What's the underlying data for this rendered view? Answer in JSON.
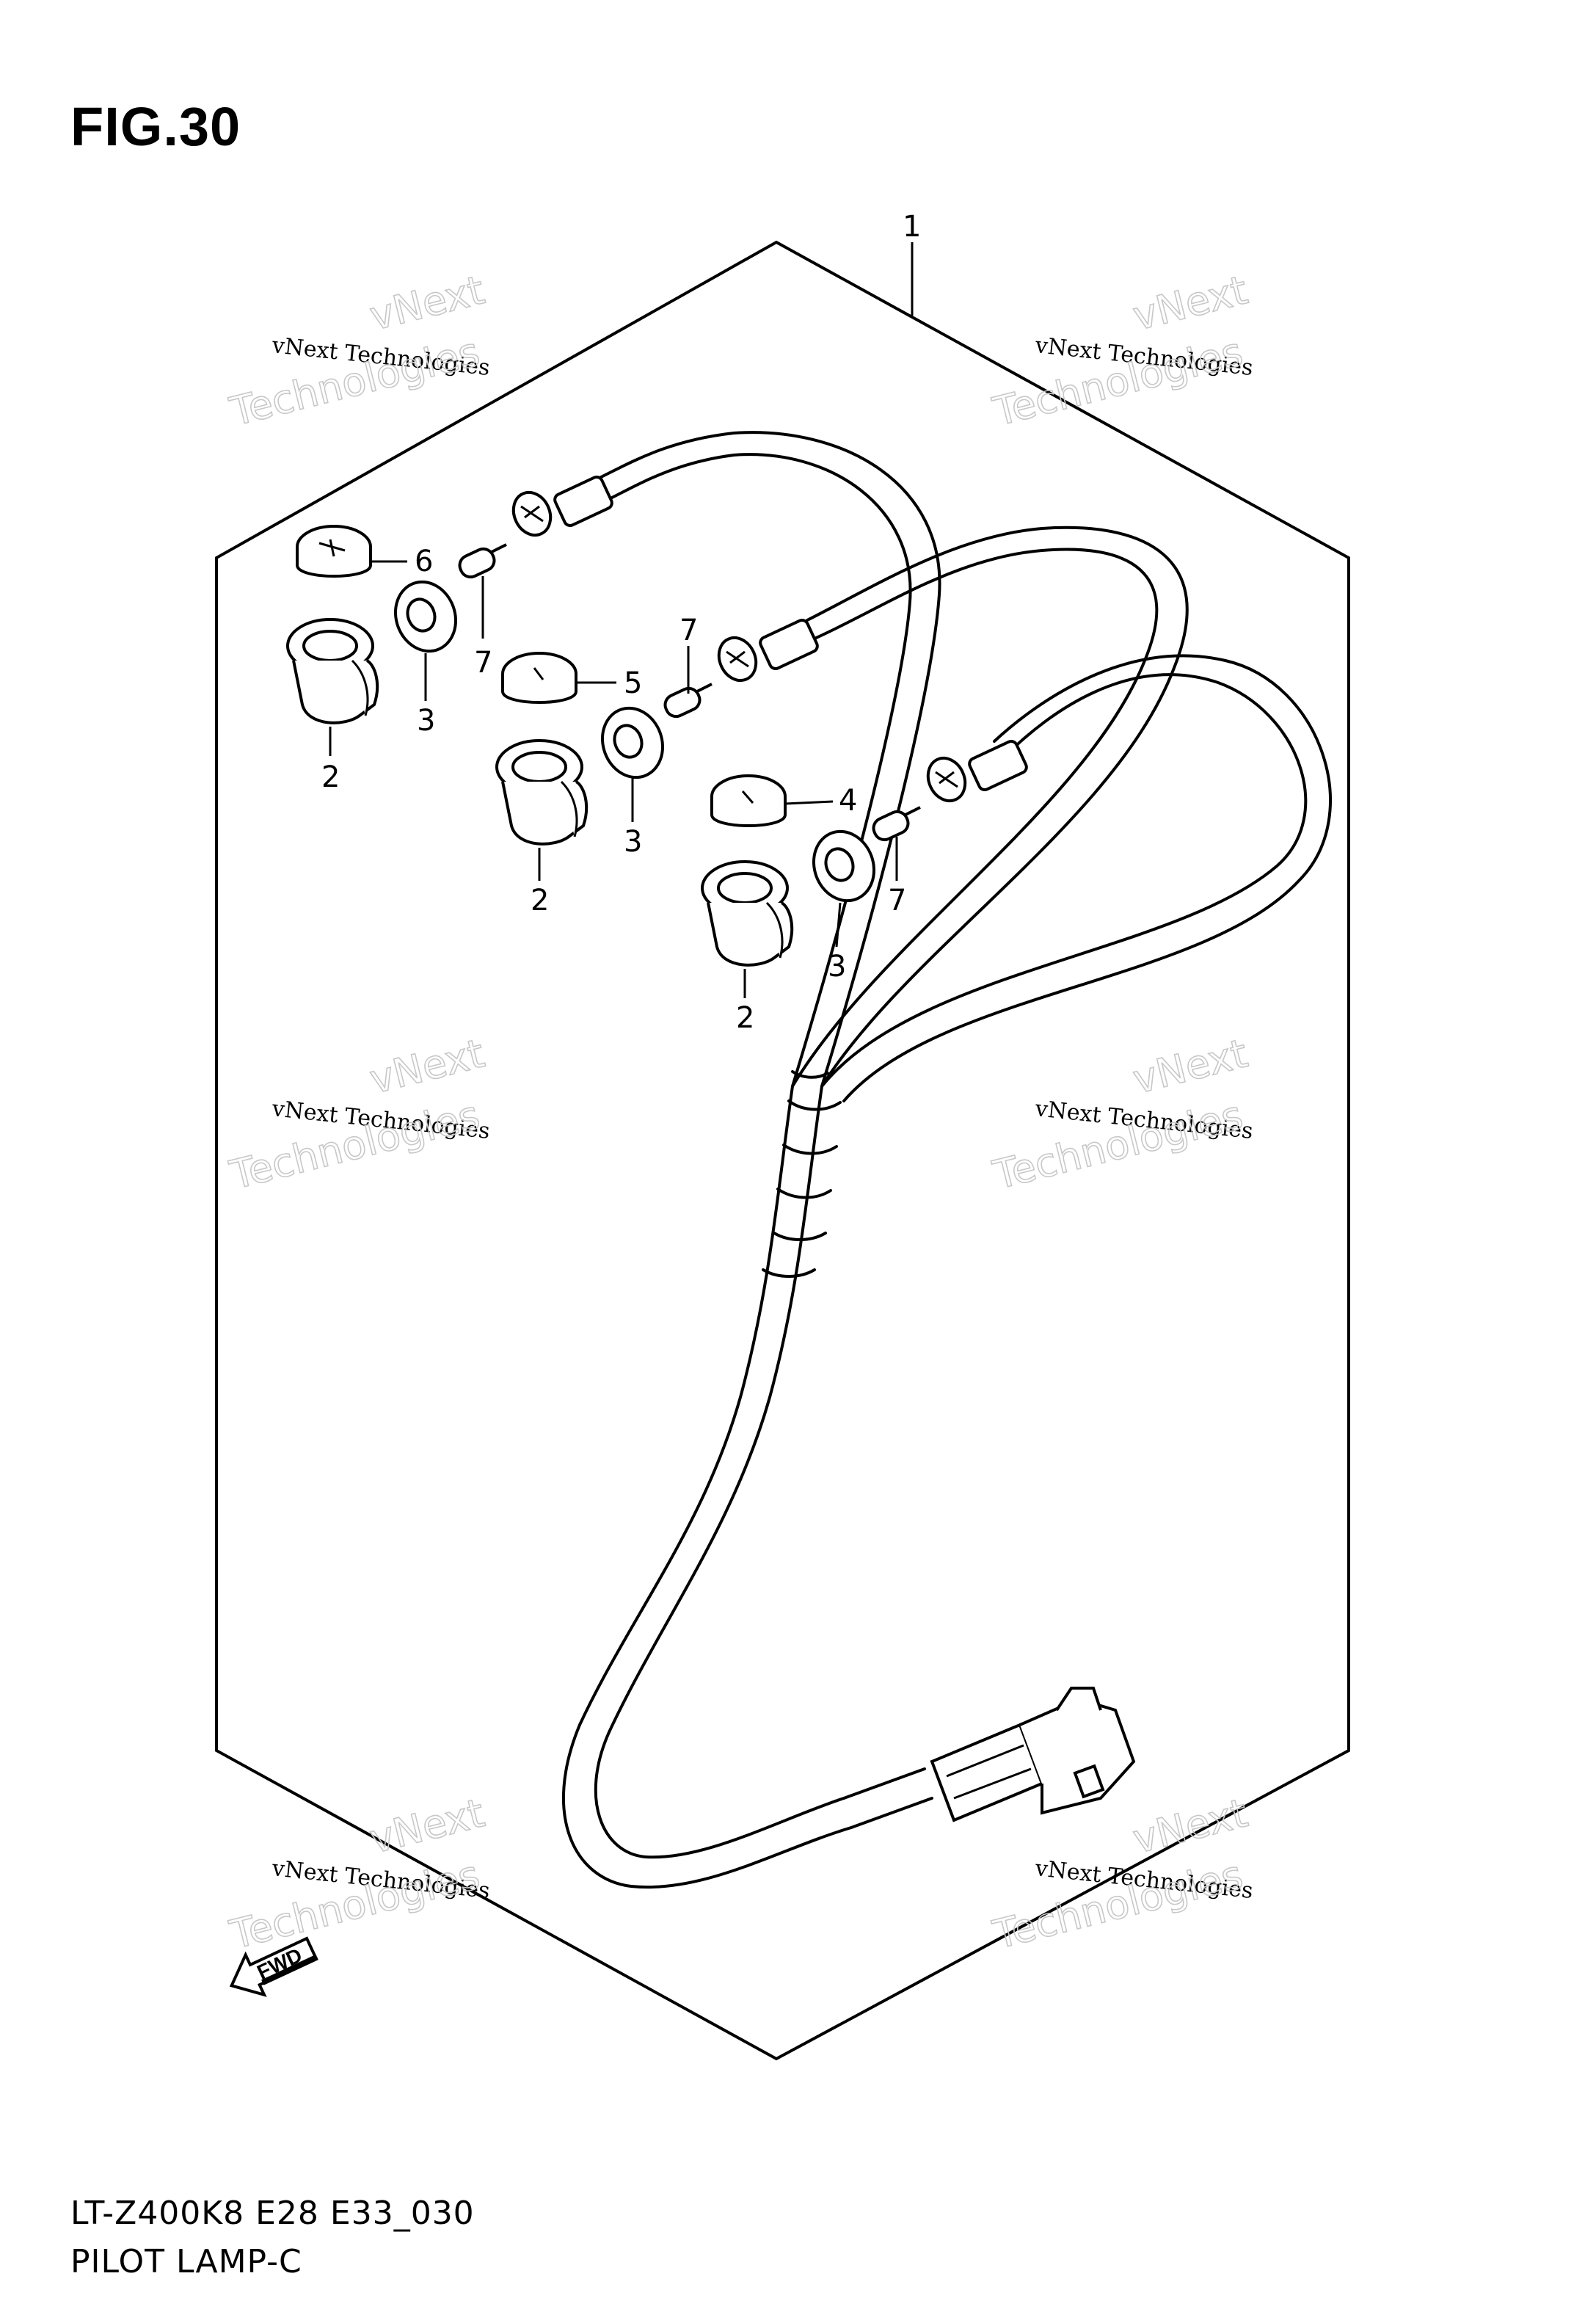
{
  "figure": {
    "title": "FIG.30",
    "model_code": "LT-Z400K8 E28 E33_030",
    "caption": "PILOT LAMP-C"
  },
  "callouts": [
    {
      "id": "c1",
      "label": "1"
    },
    {
      "id": "c6",
      "label": "6"
    },
    {
      "id": "c7a",
      "label": "7"
    },
    {
      "id": "c3a",
      "label": "3"
    },
    {
      "id": "c2a",
      "label": "2"
    },
    {
      "id": "c5",
      "label": "5"
    },
    {
      "id": "c7b",
      "label": "7"
    },
    {
      "id": "c3b",
      "label": "3"
    },
    {
      "id": "c2b",
      "label": "2"
    },
    {
      "id": "c4",
      "label": "4"
    },
    {
      "id": "c7c",
      "label": "7"
    },
    {
      "id": "c3c",
      "label": "3"
    },
    {
      "id": "c2c",
      "label": "2"
    }
  ],
  "watermark": {
    "line_small": "vNext Technologies",
    "line_big_1": "vNext",
    "line_big_2": "Technologies"
  },
  "direction_marker": {
    "label": "FWD"
  }
}
